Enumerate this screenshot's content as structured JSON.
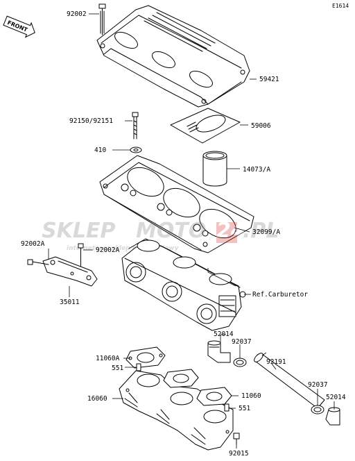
{
  "diagram": {
    "code": "E1614",
    "front_label": "FRONT",
    "watermark": {
      "brand_a": "SKLEP",
      "brand_b": "MOTO",
      "brand_c": "24",
      "brand_d": ".PL",
      "tagline": "internetowy sklep motocyklowy"
    },
    "parts": [
      {
        "label": "92002"
      },
      {
        "label": "59421"
      },
      {
        "label": "92150/92151"
      },
      {
        "label": "59006"
      },
      {
        "label": "410"
      },
      {
        "label": "14073/A"
      },
      {
        "label": "32099/A"
      },
      {
        "label": "92002A"
      },
      {
        "label": "92002A"
      },
      {
        "label": "35011"
      },
      {
        "label": "Ref.Carburetor"
      },
      {
        "label": "52014"
      },
      {
        "label": "92037"
      },
      {
        "label": "11060A"
      },
      {
        "label": "551"
      },
      {
        "label": "92191"
      },
      {
        "label": "92037"
      },
      {
        "label": "52014"
      },
      {
        "label": "16060"
      },
      {
        "label": "11060"
      },
      {
        "label": "551"
      },
      {
        "label": "92015"
      }
    ]
  }
}
